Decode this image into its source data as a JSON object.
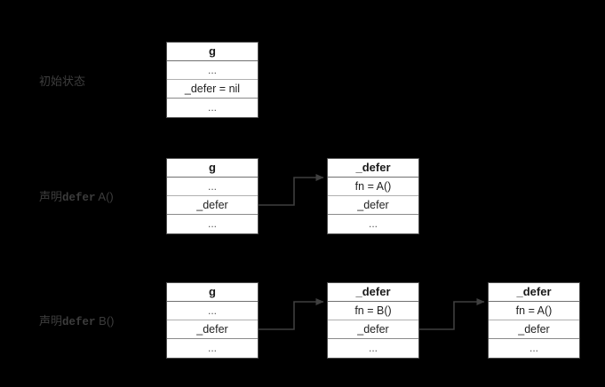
{
  "diagram": {
    "title": "Go defer linked list states",
    "background_color": "#000000",
    "box_fill_color": "#ffffff",
    "box_border_color": "#4f4f4f",
    "label_color": "#3d3d3d",
    "wire_color": "#3f3f3f"
  },
  "rows": [
    {
      "id": "row-initial",
      "label": "初始状态",
      "label_prefix": "初始状态",
      "label_mono": "",
      "label_suffix": "",
      "boxes": [
        {
          "id": "g-initial",
          "header": "g",
          "cells": [
            "...",
            "_defer = nil",
            "..."
          ]
        }
      ],
      "arrows": []
    },
    {
      "id": "row-defer-a",
      "label": "声明defer A()",
      "label_prefix": "声明",
      "label_mono": "defer",
      "label_suffix": " A()",
      "boxes": [
        {
          "id": "g-defer-a",
          "header": "g",
          "cells": [
            "...",
            "_defer",
            "..."
          ]
        },
        {
          "id": "defer-a",
          "header": "_defer",
          "cells": [
            "fn = A()",
            "_defer",
            "..."
          ]
        }
      ],
      "arrows": [
        {
          "from": "g-defer-a._defer",
          "to": "defer-a"
        }
      ]
    },
    {
      "id": "row-defer-b",
      "label": "声明defer B()",
      "label_prefix": "声明",
      "label_mono": "defer",
      "label_suffix": " B()",
      "boxes": [
        {
          "id": "g-defer-b",
          "header": "g",
          "cells": [
            "...",
            "_defer",
            "..."
          ]
        },
        {
          "id": "defer-b",
          "header": "_defer",
          "cells": [
            "fn = B()",
            "_defer",
            "..."
          ]
        },
        {
          "id": "defer-b-a",
          "header": "_defer",
          "cells": [
            "fn = A()",
            "_defer",
            "..."
          ]
        }
      ],
      "arrows": [
        {
          "from": "g-defer-b._defer",
          "to": "defer-b"
        },
        {
          "from": "defer-b._defer",
          "to": "defer-b-a"
        }
      ]
    }
  ]
}
